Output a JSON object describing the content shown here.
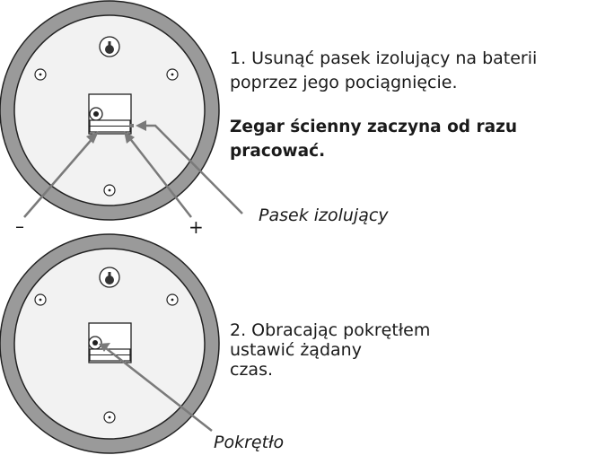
{
  "step1": {
    "text_line1": "1. Usunąć pasek izolujący na baterii",
    "text_line2": "poprzez jego pociągnięcie.",
    "note": "Zegar ścienny zaczyna od razu pracować."
  },
  "labels": {
    "strip": "Pasek izolujący",
    "minus": "–",
    "plus": "+",
    "knob": "Pokrętło"
  },
  "step2": {
    "text_line1": "2. Obracając pokrętłem ustawić żądany",
    "text_line2": "czas."
  },
  "colors": {
    "rim": "#9a9a9a",
    "face": "#f2f2f2",
    "line": "#222222",
    "pointer": "#7a7a7a"
  }
}
